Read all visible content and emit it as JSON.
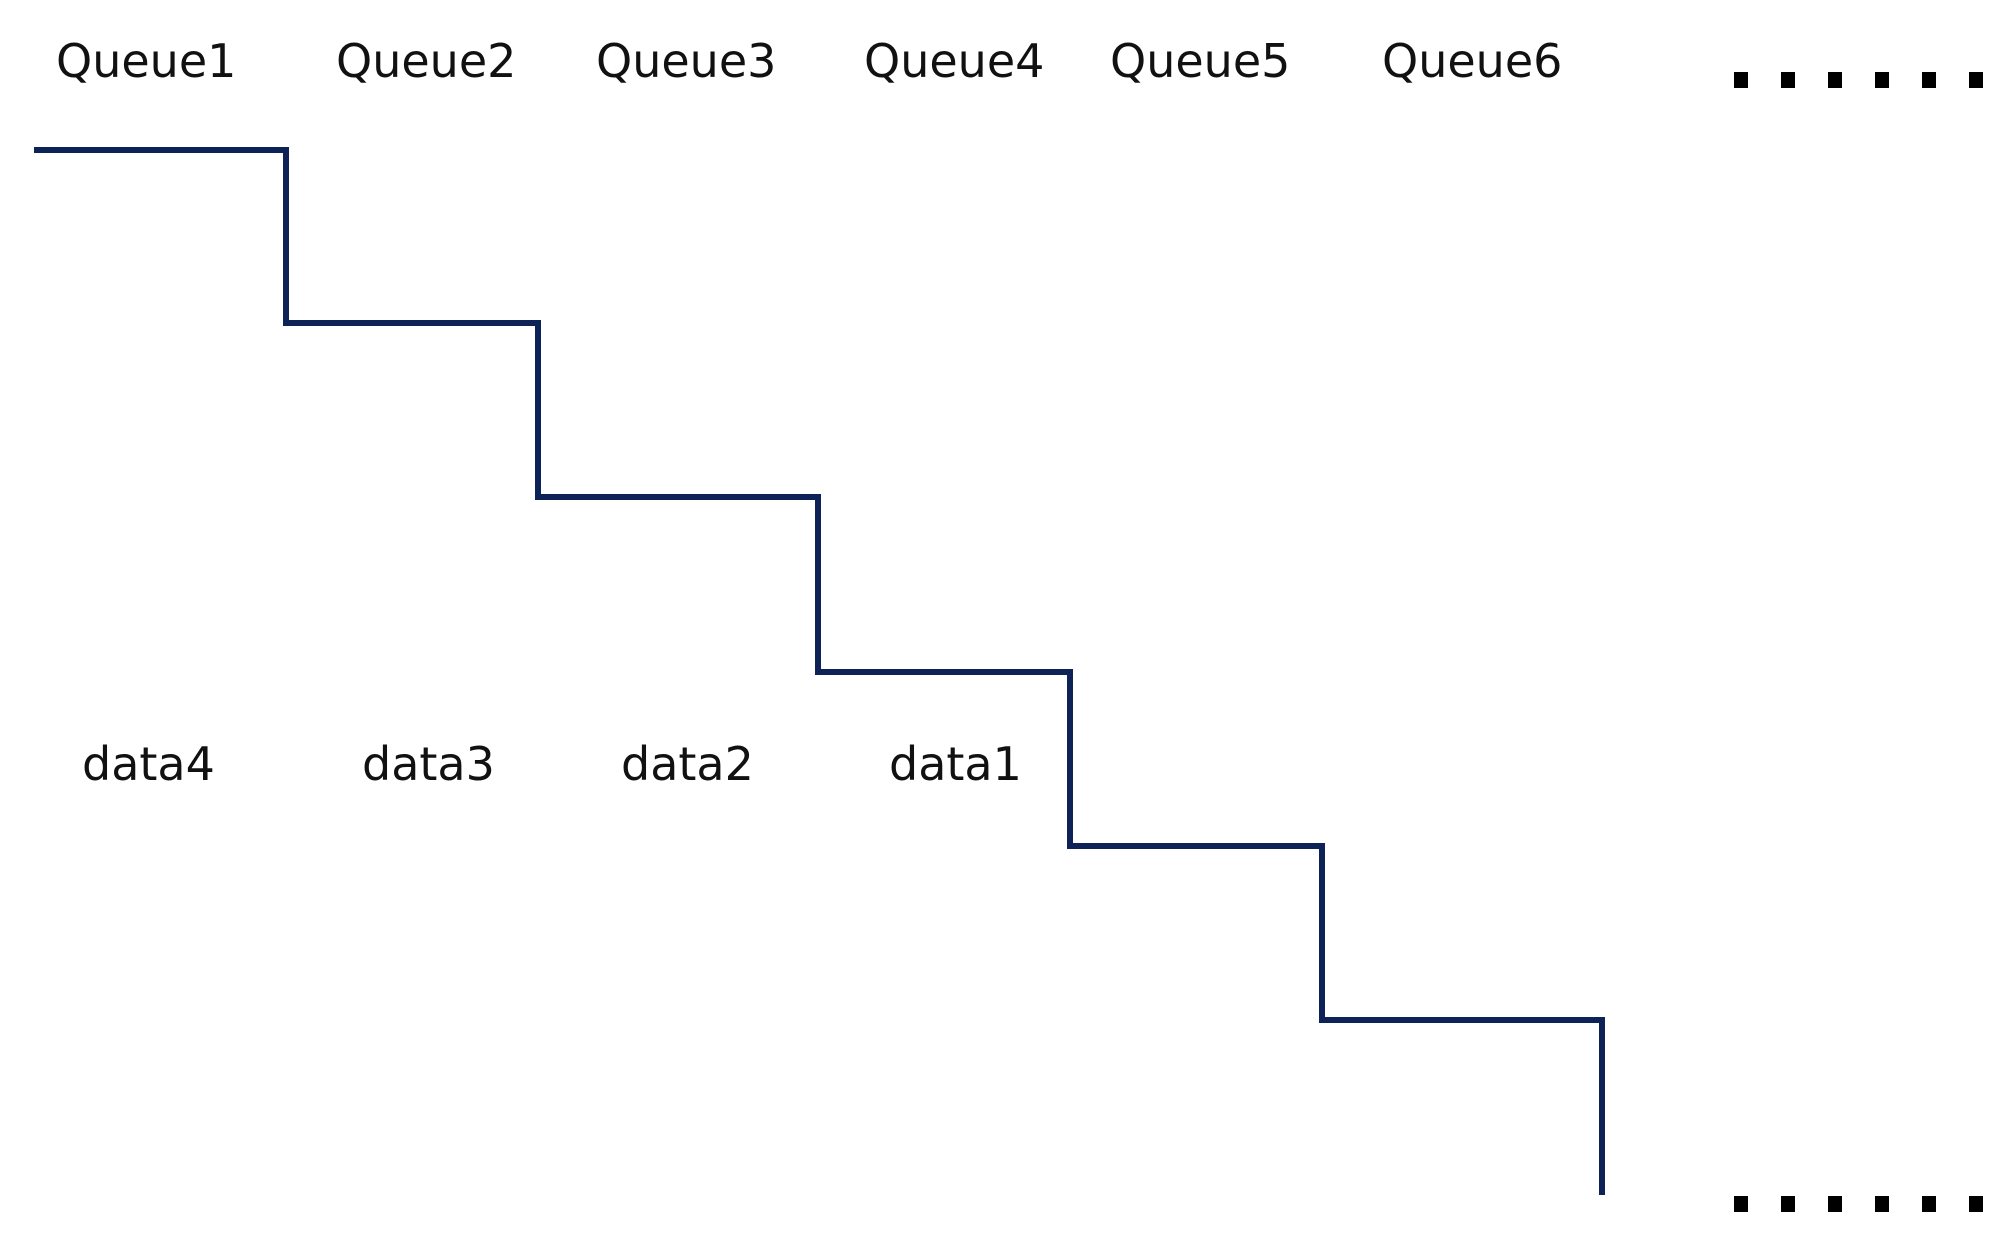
{
  "queues": [
    "Queue1",
    "Queue2",
    "Queue3",
    "Queue4",
    "Queue5",
    "Queue6"
  ],
  "data_items": [
    "data4",
    "data3",
    "data2",
    "data1"
  ],
  "ellipsis_top": "......",
  "ellipsis_bottom": "......",
  "colors": {
    "staircase_line": "#0d2357",
    "text": "#111111",
    "dots": "#000000"
  }
}
